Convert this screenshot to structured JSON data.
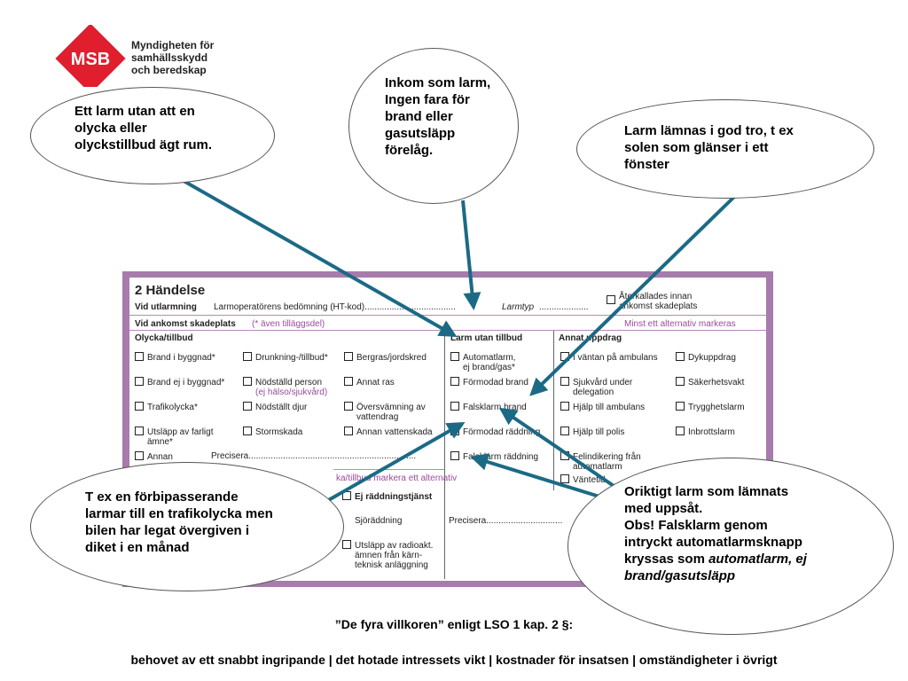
{
  "logo": {
    "mark": "MSB",
    "line1": "Myndigheten för",
    "line2": "samhällsskydd",
    "line3": "och beredskap"
  },
  "bubbles": {
    "b1": [
      "Ett larm utan att en",
      "olycka eller",
      "olyckstillbud ägt rum."
    ],
    "b2": [
      "Inkom som larm,",
      "Ingen fara för",
      "brand eller",
      "gasutsläpp",
      "förelåg."
    ],
    "b3": [
      "Larm lämnas i god tro, t ex",
      "solen som glänser i ett",
      "fönster"
    ],
    "b4": [
      "T ex en förbipasserande",
      "larmar till en trafikolycka men",
      "bilen har legat övergiven i",
      "diket i en månad"
    ],
    "b5": [
      "Oriktigt larm som lämnats",
      "med uppsåt.",
      "Obs! Falsklarm genom",
      "intryckt automatlarmsknapp",
      "kryssas som "
    ],
    "b5_italic1": "automatlarm, ej",
    "b5_italic2": "brand/gasutsläpp"
  },
  "form": {
    "title": "2 Händelse",
    "vid_utlarmning": "Vid utlarmning",
    "larmop": "Larmoperatörens bedömning (HT-kod).....................................",
    "larmtyp": "Larmtyp",
    "larmtyp_dots": "....................",
    "aterkallades1": "Återkallades innan",
    "aterkallades2": "ankomst skadeplats",
    "vid_ankomst": "Vid ankomst skadeplats",
    "ankomst_note": "(* även tilläggsdel)",
    "minst": "Minst ett alternativ markeras",
    "col1_head": "Olycka/tillbud",
    "col2_head": "Larm utan tillbud",
    "col3_head": "Annat uppdrag",
    "r1": [
      "Brand i byggnad*",
      "Drunkning-/tillbud*",
      "Bergras/jordskred",
      "Automatlarm,",
      "ej brand/gas*",
      "I väntan på ambulans",
      "Dykuppdrag"
    ],
    "r2": [
      "Brand ej i byggnad*",
      "Nödställd person",
      "(ej hälso/sjukvård)",
      "Annat ras",
      "Förmodad brand",
      "Sjukvård under",
      "delegation",
      "Säkerhetsvakt"
    ],
    "r3": [
      "Trafikolycka*",
      "Nödställt djur",
      "Översvämning av",
      "vattendrag",
      "Falsklarm brand",
      "Hjälp till ambulans",
      "Trygghetslarm"
    ],
    "r4": [
      "Utsläpp av farligt",
      "ämne*",
      "Stormskada",
      "Annan vattenskada",
      "Förmodad räddning",
      "Hjälp till polis",
      "Inbrottslarm"
    ],
    "r5": [
      "Annan",
      "Precisera....................................................................",
      "Falsklarm räddning",
      "Felindikering från",
      "automatlarm",
      "Väntetid"
    ],
    "bottom_frag": "ka/tillbud markera ett alternativ",
    "ej_rt": "Ej räddningstjänst",
    "sjo": "Sjöräddning",
    "precisera2": "Precisera...............................",
    "utslapp": [
      "Utsläpp av radioakt.",
      "ämnen från kärn-",
      "teknisk anläggning"
    ]
  },
  "footer": {
    "title": "”De fyra villkoren” enligt LSO 1 kap. 2 §:",
    "line": "behovet av ett snabbt ingripande | det hotade intressets vikt | kostnader för insatsen | omständigheter i övrigt"
  },
  "colors": {
    "arrow": "#1b6a85",
    "frame": "#a77bab",
    "logo_red": "#e01e2e"
  }
}
